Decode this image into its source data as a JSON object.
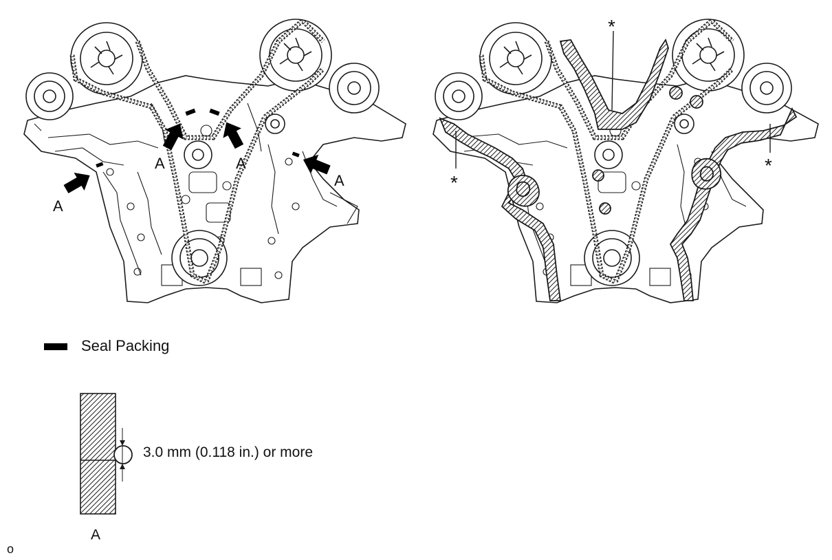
{
  "labels": {
    "point_marker": "A",
    "asterisk": "*",
    "figure_code": "o"
  },
  "legend": {
    "seal_packing": "Seal Packing"
  },
  "detail": {
    "dimension": "3.0 mm (0.118 in.) or more",
    "section_label": "A"
  },
  "colors": {
    "line": "#1a1a1a",
    "fill": "#ffffff",
    "seal": "#000000"
  },
  "icons": {
    "arrow": "arrow-icon",
    "legend_swatch": "black-bar-icon",
    "hatch": "hatch-pattern"
  }
}
